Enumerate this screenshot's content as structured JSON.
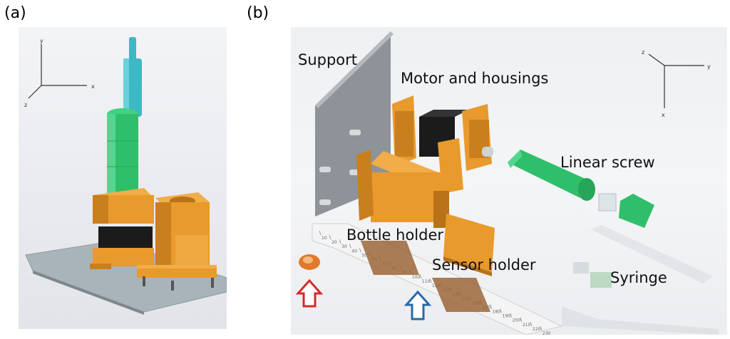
{
  "panels": {
    "a": {
      "label": "(a)"
    },
    "b": {
      "label": "(b)"
    }
  },
  "axes_a": {
    "y": "y",
    "x": "x",
    "z": "z"
  },
  "axes_b": {
    "z": "z",
    "y": "y",
    "x": "x"
  },
  "callouts": {
    "support": "Support",
    "motor": "Motor and housings",
    "screw": "Linear screw",
    "bottle": "Bottle holder",
    "sensor": "Sensor holder",
    "syringe": "Syringe"
  },
  "ruler_ticks": [
    "10",
    "20",
    "30",
    "40",
    "50",
    "60",
    "70",
    "80",
    "90",
    "100",
    "110",
    "120",
    "130",
    "140",
    "150",
    "160",
    "170",
    "180",
    "190",
    "200",
    "210",
    "220",
    "230"
  ],
  "colors": {
    "orange": "#e89a2c",
    "green": "#2fbf6a",
    "cyan": "#3fb8c6",
    "black_part": "#1b1b1b",
    "red_arrow": "#d42a2a",
    "blue_arrow": "#2a6aa8"
  }
}
